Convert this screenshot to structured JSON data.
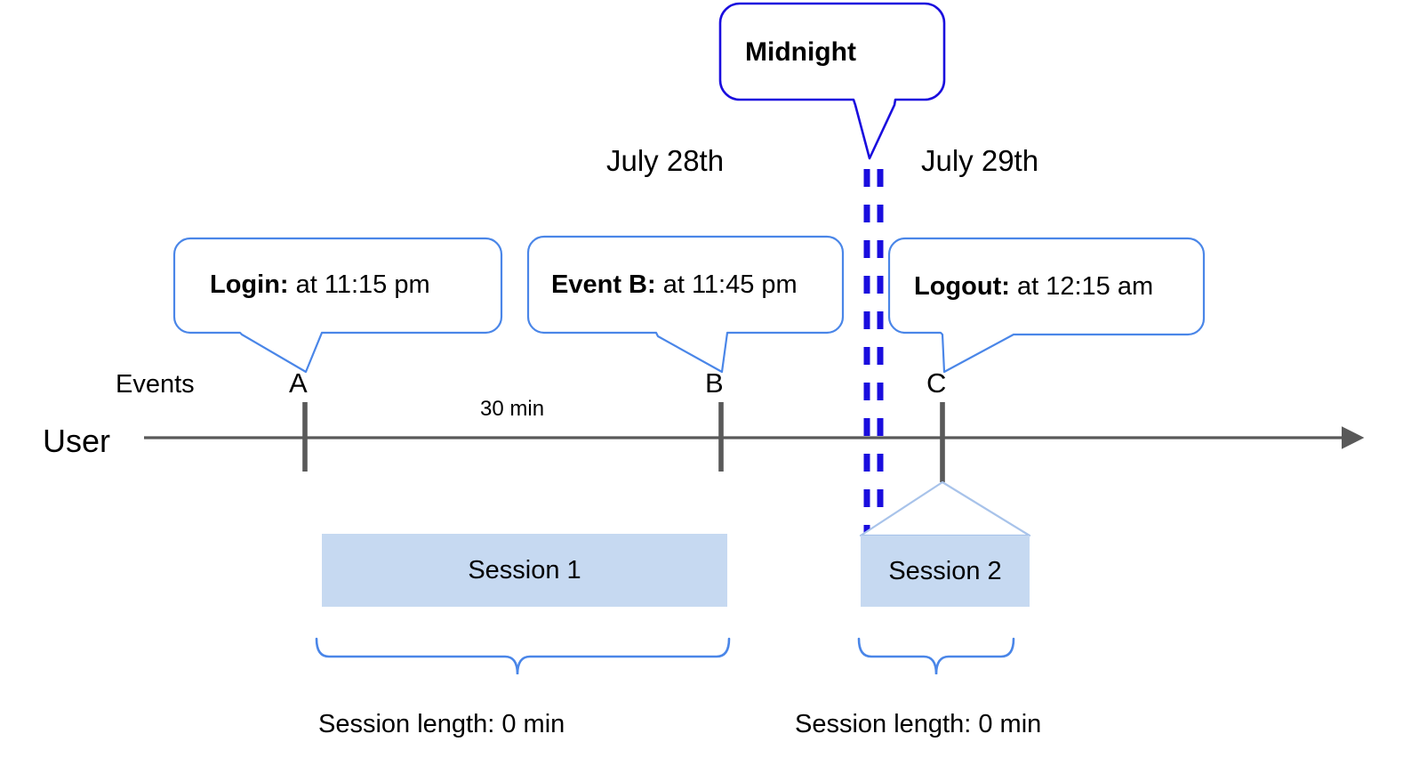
{
  "diagram": {
    "title": "User session timeline across midnight",
    "colors": {
      "callout_border": "#4a86e8",
      "midnight_border": "#1a0dde",
      "midnight_dash": "#1a0dde",
      "session_fill": "#c6d9f1",
      "session_edge": "#a8c3ea",
      "axis": "#595959",
      "tick": "#595959",
      "brace": "#4a86e8",
      "text": "#000000"
    }
  },
  "midnight_callout": {
    "label": "Midnight"
  },
  "day_labels": [
    {
      "id": "day-left",
      "text": "July 28th"
    },
    {
      "id": "day-right",
      "text": "July 29th"
    }
  ],
  "event_callouts": [
    {
      "id": "callout-login",
      "strong": "Login:",
      "rest": " at 11:15 pm"
    },
    {
      "id": "callout-event-b",
      "strong": "Event B:",
      "rest": " at 11:45 pm"
    },
    {
      "id": "callout-logout",
      "strong": "Logout:",
      "rest": " at 12:15 am"
    }
  ],
  "axis": {
    "row_label": "User",
    "events_label": "Events",
    "gap_label": "30 min",
    "markers": [
      {
        "id": "marker-a",
        "label": "A"
      },
      {
        "id": "marker-b",
        "label": "B"
      },
      {
        "id": "marker-c",
        "label": "C"
      }
    ]
  },
  "sessions": [
    {
      "id": "session-1",
      "label": "Session 1",
      "length_caption": "Session length: 0 min"
    },
    {
      "id": "session-2",
      "label": "Session 2",
      "length_caption": "Session length: 0 min"
    }
  ]
}
